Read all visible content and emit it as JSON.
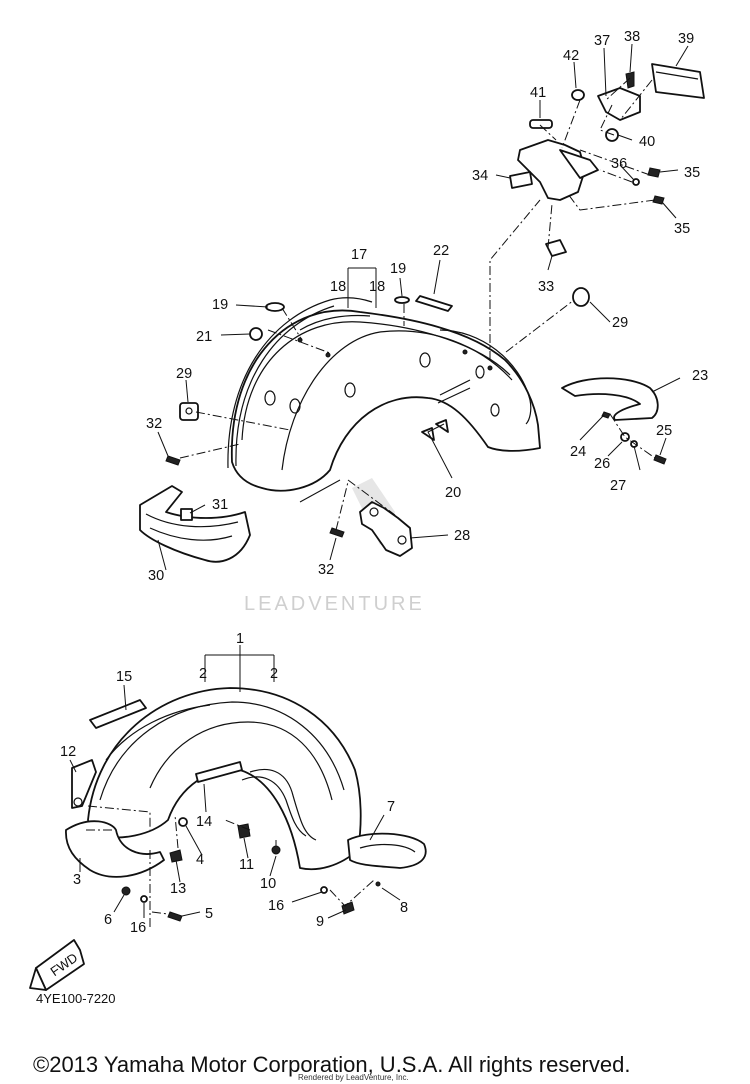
{
  "diagram": {
    "callouts": {
      "c1": "1",
      "c2a": "2",
      "c2b": "2",
      "c3": "3",
      "c4": "4",
      "c5": "5",
      "c6": "6",
      "c7": "7",
      "c8": "8",
      "c9": "9",
      "c10": "10",
      "c11": "11",
      "c12": "12",
      "c13": "13",
      "c14": "14",
      "c15": "15",
      "c16a": "16",
      "c16b": "16",
      "c17": "17",
      "c18a": "18",
      "c18b": "18",
      "c19a": "19",
      "c19b": "19",
      "c20": "20",
      "c21": "21",
      "c22": "22",
      "c23": "23",
      "c24": "24",
      "c25": "25",
      "c26": "26",
      "c27": "27",
      "c28": "28",
      "c29a": "29",
      "c29b": "29",
      "c30": "30",
      "c31": "31",
      "c32a": "32",
      "c32b": "32",
      "c33": "33",
      "c34": "34",
      "c35a": "35",
      "c35b": "35",
      "c36": "36",
      "c37": "37",
      "c38": "38",
      "c39": "39",
      "c40": "40",
      "c41": "41",
      "c42": "42"
    },
    "fwd_label": "FWD",
    "part_code": "4YE100-7220",
    "watermark": "LEADVENTURE",
    "copyright": "©2013 Yamaha Motor Corporation, U.S.A. All rights reserved.",
    "rendered_by": "Rendered by LeadVenture, Inc."
  }
}
